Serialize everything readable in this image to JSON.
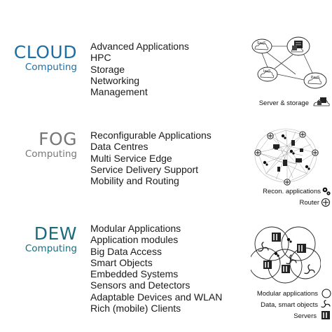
{
  "tiers": [
    {
      "title": "CLOUD",
      "subtitle": "Computing",
      "color": "#1d6fa8",
      "items": [
        "Advanced Applications",
        "HPC",
        "Storage",
        "Networking",
        "Management"
      ],
      "diagram": {
        "nodes": [
          "SaaS",
          "IaaS",
          "PaaS"
        ],
        "legend": [
          "Server & storage"
        ]
      }
    },
    {
      "title": "FOG",
      "subtitle": "Computing",
      "color": "#777777",
      "items": [
        "Reconfigurable Applications",
        "Data Centres",
        "Multi Service Edge",
        "Service Delivery Support",
        "Mobility and Routing"
      ],
      "diagram": {
        "legend": [
          "Recon. applications",
          "Router"
        ]
      }
    },
    {
      "title": "DEW",
      "subtitle": "Computing",
      "color": "#1b6b7d",
      "items": [
        "Modular Applications",
        "Application modules",
        "Big Data Access",
        "Smart Objects",
        "Embedded Systems",
        "Sensors and Detectors",
        "Adaptable Devices and WLAN",
        "Rich (mobile) Clients"
      ],
      "diagram": {
        "legend": [
          "Modular applications",
          "Data, smart objects",
          "Servers"
        ]
      }
    }
  ]
}
